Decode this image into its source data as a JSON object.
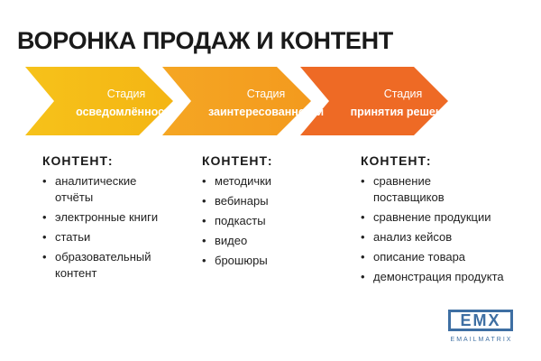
{
  "title": "ВОРОНКА ПРОДАЖ И КОНТЕНТ",
  "colors": {
    "stage1": "#F5BA16",
    "stage2": "#F5A020",
    "stage3": "#EE6A25",
    "logo": "#3E6FA3"
  },
  "stages": [
    {
      "line1": "Стадия",
      "line2": "осведомлённости"
    },
    {
      "line1": "Стадия",
      "line2": "заинтересованности"
    },
    {
      "line1": "Стадия",
      "line2": "принятия решения"
    }
  ],
  "columns": [
    {
      "heading": "КОНТЕНТ:",
      "items": [
        "аналитические отчёты",
        "электронные книги",
        "статьи",
        "образовательный контент"
      ]
    },
    {
      "heading": "КОНТЕНТ:",
      "items": [
        "методички",
        "вебинары",
        "подкасты",
        "видео",
        "брошюры"
      ]
    },
    {
      "heading": "КОНТЕНТ:",
      "items": [
        "сравнение поставщиков",
        "сравнение продукции",
        "анализ кейсов",
        "описание товара",
        "демонстрация продукта"
      ]
    }
  ],
  "logo": {
    "mark": "EMX",
    "name": "EMAILMATRIX"
  }
}
